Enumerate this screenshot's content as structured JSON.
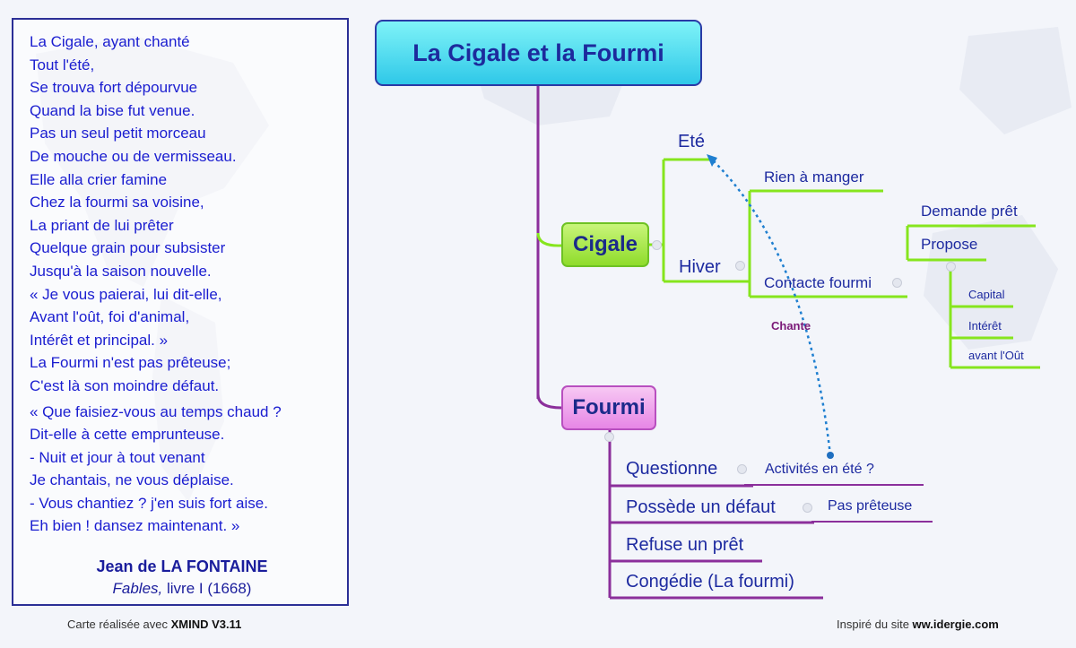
{
  "poem": {
    "lines": [
      "La Cigale, ayant chanté",
      "Tout l'été,",
      "Se trouva fort dépourvue",
      "Quand la bise fut venue.",
      "Pas un seul petit morceau",
      "De mouche ou de vermisseau.",
      "Elle alla crier famine",
      "Chez la fourmi sa voisine,",
      "La priant de lui prêter",
      "Quelque grain pour subsister",
      "Jusqu'à la saison nouvelle.",
      "« Je vous paierai, lui dit-elle,",
      "Avant l'oût, foi d'animal,",
      "Intérêt et principal. »",
      "La Fourmi n'est pas prêteuse;",
      "C'est là son moindre défaut.",
      "« Que faisiez-vous au temps chaud ?",
      "Dit-elle à cette emprunteuse.",
      "- Nuit et jour à tout venant",
      "Je chantais, ne vous déplaise.",
      "- Vous chantiez ? j'en suis fort aise.",
      "Eh bien ! dansez maintenant. »"
    ],
    "author": "Jean de LA FONTAINE",
    "work_title": "Fables,",
    "work_rest": " livre I (1668)"
  },
  "footer": {
    "left_prefix": "Carte réalisée avec ",
    "left_tool": "XMIND V3.11",
    "right_prefix": "Inspiré du site ",
    "right_site": "ww.idergie.com"
  },
  "mindmap": {
    "root": "La Cigale et la Fourmi",
    "cigale": {
      "label": "Cigale",
      "ete": "Eté",
      "hiver": "Hiver",
      "hiver_children": [
        "Rien à manger",
        "Contacte fourmi"
      ],
      "contacte_children": [
        "Demande prêt",
        "Propose"
      ],
      "propose_children": [
        "Capital",
        "Intérêt",
        "avant l'Oût"
      ]
    },
    "fourmi": {
      "label": "Fourmi",
      "children": [
        "Questionne",
        "Possède un défaut",
        "Refuse un prêt",
        "Congédie (La fourmi)"
      ],
      "questionne_child": "Activités en été ?",
      "defaut_child": "Pas prêteuse"
    },
    "relation_label": "Chante"
  },
  "colors": {
    "root_branch": "#8b2f9b",
    "cigale_branch": "#86e51d",
    "fourmi_branch": "#8b2f9b",
    "relation": "#1f7fd0",
    "text": "#1d2aa0"
  }
}
